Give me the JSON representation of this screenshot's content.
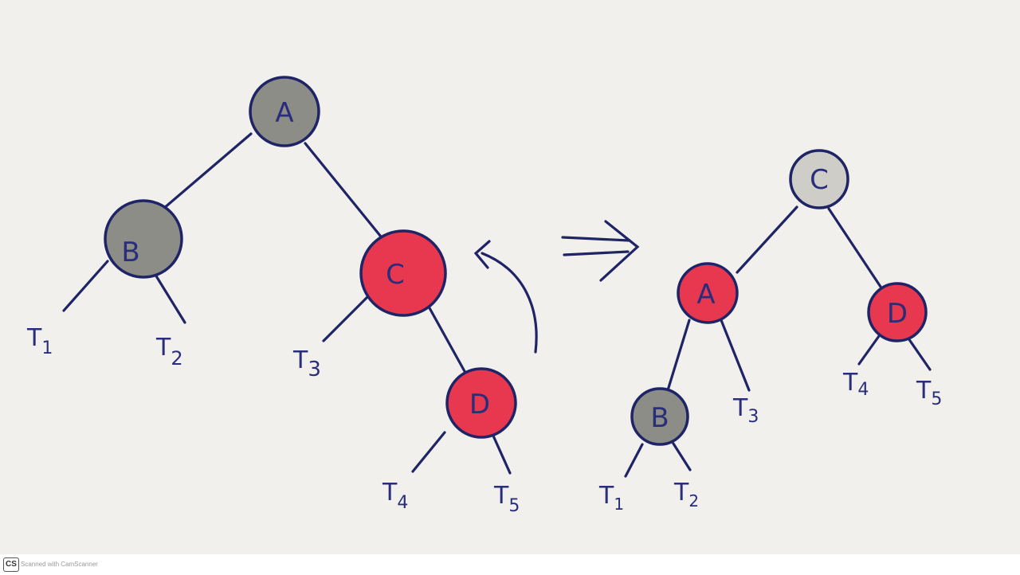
{
  "colors": {
    "black_node": "#8c8d87",
    "red_node": "#e8384f",
    "ink": "#1f2466",
    "paper": "#f1f0ec"
  },
  "before_tree": {
    "nodes": {
      "A": {
        "label": "A",
        "color": "black"
      },
      "B": {
        "label": "B",
        "color": "black"
      },
      "C": {
        "label": "C",
        "color": "red"
      },
      "D": {
        "label": "D",
        "color": "red"
      }
    },
    "leaves": {
      "T1": {
        "main": "T",
        "sub": "1"
      },
      "T2": {
        "main": "T",
        "sub": "2"
      },
      "T3": {
        "main": "T",
        "sub": "3"
      },
      "T4": {
        "main": "T",
        "sub": "4"
      },
      "T5": {
        "main": "T",
        "sub": "5"
      }
    }
  },
  "after_tree": {
    "nodes": {
      "C": {
        "label": "C",
        "color": "black"
      },
      "A": {
        "label": "A",
        "color": "red"
      },
      "B": {
        "label": "B",
        "color": "black"
      },
      "D": {
        "label": "D",
        "color": "red"
      }
    },
    "leaves": {
      "T1": {
        "main": "T",
        "sub": "1"
      },
      "T2": {
        "main": "T",
        "sub": "2"
      },
      "T3": {
        "main": "T",
        "sub": "3"
      },
      "T4": {
        "main": "T",
        "sub": "4"
      },
      "T5": {
        "main": "T",
        "sub": "5"
      }
    }
  },
  "arrow_icons": {
    "rotation": "curved-arrow-icon",
    "transform": "double-arrow-icon"
  },
  "footer": {
    "logo_text": "CS",
    "scanner_text": "Scanned with CamScanner"
  }
}
